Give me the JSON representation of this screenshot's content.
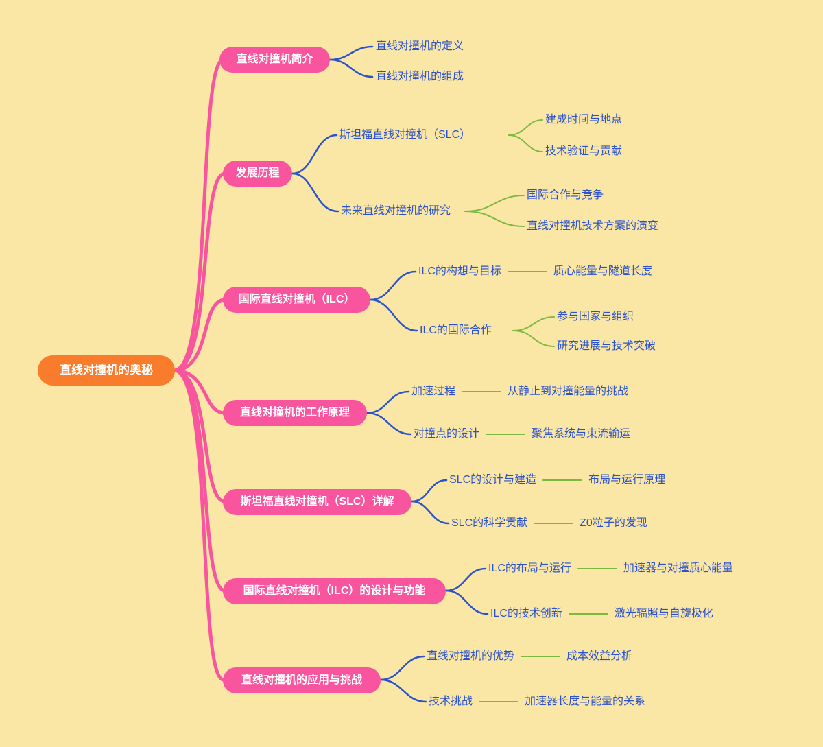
{
  "root": {
    "label": "直线对撞机的奥秘"
  },
  "branches": [
    {
      "label": "直线对撞机简介",
      "children": [
        {
          "label": "直线对撞机的定义",
          "children": []
        },
        {
          "label": "直线对撞机的组成",
          "children": []
        }
      ]
    },
    {
      "label": "发展历程",
      "children": [
        {
          "label": "斯坦福直线对撞机（SLC）",
          "children": [
            {
              "label": "建成时间与地点"
            },
            {
              "label": "技术验证与贡献"
            }
          ]
        },
        {
          "label": "未来直线对撞机的研究",
          "children": [
            {
              "label": "国际合作与竞争"
            },
            {
              "label": "直线对撞机技术方案的演变"
            }
          ]
        }
      ]
    },
    {
      "label": "国际直线对撞机（ILC）",
      "children": [
        {
          "label": "ILC的构想与目标",
          "children": [
            {
              "label": "质心能量与隧道长度"
            }
          ]
        },
        {
          "label": "ILC的国际合作",
          "children": [
            {
              "label": "参与国家与组织"
            },
            {
              "label": "研究进展与技术突破"
            }
          ]
        }
      ]
    },
    {
      "label": "直线对撞机的工作原理",
      "children": [
        {
          "label": "加速过程",
          "children": [
            {
              "label": "从静止到对撞能量的挑战"
            }
          ]
        },
        {
          "label": "对撞点的设计",
          "children": [
            {
              "label": "聚焦系统与束流输运"
            }
          ]
        }
      ]
    },
    {
      "label": "斯坦福直线对撞机（SLC）详解",
      "children": [
        {
          "label": "SLC的设计与建造",
          "children": [
            {
              "label": "布局与运行原理"
            }
          ]
        },
        {
          "label": "SLC的科学贡献",
          "children": [
            {
              "label": "Z0粒子的发现"
            }
          ]
        }
      ]
    },
    {
      "label": "国际直线对撞机（ILC）的设计与功能",
      "children": [
        {
          "label": "ILC的布局与运行",
          "children": [
            {
              "label": "加速器与对撞质心能量"
            }
          ]
        },
        {
          "label": "ILC的技术创新",
          "children": [
            {
              "label": "激光辐照与自旋极化"
            }
          ]
        }
      ]
    },
    {
      "label": "直线对撞机的应用与挑战",
      "children": [
        {
          "label": "直线对撞机的优势",
          "children": [
            {
              "label": "成本效益分析"
            }
          ]
        },
        {
          "label": "技术挑战",
          "children": [
            {
              "label": "加速器长度与能量的关系"
            }
          ]
        }
      ]
    }
  ],
  "colors": {
    "background": "#FAE7A6",
    "root_node": "#F87C2B",
    "branch_node": "#F8559E",
    "node_text": "#FFFFFF",
    "leaf_text": "#2B52CC",
    "branch_connector": "#F8559E",
    "child_connector": "#2B52CC",
    "grandchild_connector": "#7CB93E"
  }
}
